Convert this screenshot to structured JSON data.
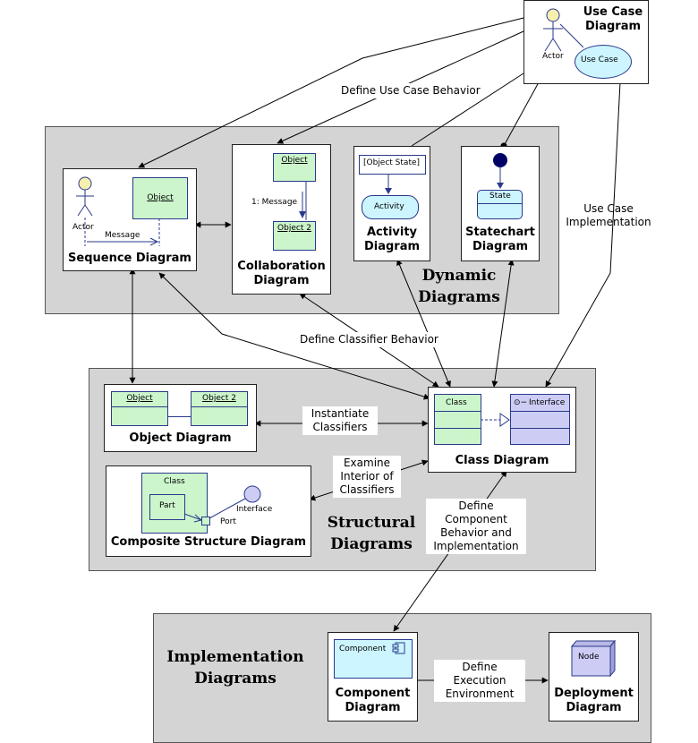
{
  "groups": {
    "dynamic": "Dynamic\nDiagrams",
    "structural": "Structural\nDiagrams",
    "implementation": "Implementation\nDiagrams"
  },
  "diagrams": {
    "use_case": {
      "title": "Use Case\nDiagram",
      "actor": "Actor",
      "use_case": "Use Case"
    },
    "sequence": {
      "title": "Sequence Diagram",
      "actor": "Actor",
      "object": "Object",
      "message": "Message"
    },
    "collaboration": {
      "title": "Collaboration\nDiagram",
      "object": "Object",
      "object2": "Object 2",
      "message": "1: Message"
    },
    "activity": {
      "title": "Activity\nDiagram",
      "object_state": "[Object State]",
      "activity": "Activity"
    },
    "statechart": {
      "title": "Statechart\nDiagram",
      "state": "State"
    },
    "object": {
      "title": "Object Diagram",
      "object": "Object",
      "object2": "Object 2"
    },
    "class": {
      "title": "Class Diagram",
      "class": "Class",
      "interface": "Interface"
    },
    "composite": {
      "title": "Composite Structure Diagram",
      "class": "Class",
      "part": "Part",
      "port": "Port",
      "interface": "Interface"
    },
    "component": {
      "title": "Component\nDiagram",
      "component": "Component"
    },
    "deployment": {
      "title": "Deployment\nDiagram",
      "node": "Node"
    }
  },
  "relations": {
    "define_use_case_behavior": "Define Use Case Behavior",
    "use_case_implementation": "Use Case\nImplementation",
    "define_classifier_behavior": "Define Classifier Behavior",
    "instantiate_classifiers": "Instantiate\nClassifiers",
    "examine_interior": "Examine\nInterior of\nClassifiers",
    "define_component": "Define\nComponent\nBehavior and\nImplementation",
    "define_execution": "Define\nExecution\nEnvironment"
  },
  "colors": {
    "group_fill": "#d4d4d4",
    "class_fill": "#ccf5cc",
    "interface_fill": "#ccccf5",
    "usecase_fill": "#ccf5ff",
    "actor_head": "#f5f0b0",
    "line": "#2a3a8a"
  }
}
